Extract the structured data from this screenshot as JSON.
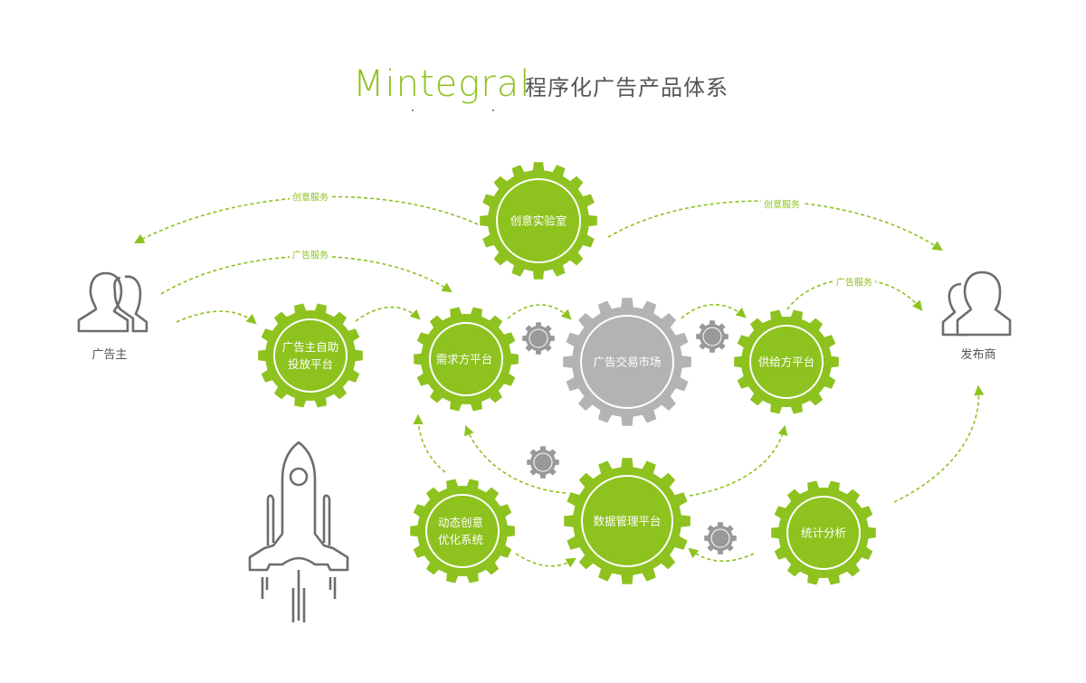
{
  "header": {
    "brand": "Mintegral",
    "title": "程序化广告产品体系"
  },
  "colors": {
    "accent": "#8dc21f",
    "gear_gray": "#b3b3b3",
    "small_gear_gray": "#999999",
    "icon_gray": "#6d6d6d",
    "text_gray": "#555555"
  },
  "actors": {
    "advertiser": {
      "label": "广告主",
      "icon": "users-icon"
    },
    "publisher": {
      "label": "发布商",
      "icon": "users-icon"
    }
  },
  "gears": {
    "creative_lab": {
      "lines": [
        "创意实验室"
      ]
    },
    "self_serve": {
      "lines": [
        "广告主自助",
        "投放平台"
      ]
    },
    "dsp": {
      "lines": [
        "需求方平台"
      ]
    },
    "ad_exchange": {
      "lines": [
        "广告交易市场"
      ]
    },
    "ssp": {
      "lines": [
        "供给方平台"
      ]
    },
    "dco": {
      "lines": [
        "动态创意",
        "优化系统"
      ]
    },
    "dmp": {
      "lines": [
        "数据管理平台"
      ]
    },
    "analytics": {
      "lines": [
        "统计分析"
      ]
    }
  },
  "flows": {
    "creative_service_left": "创意服务",
    "ad_service_left": "广告服务",
    "creative_service_right": "创意服务",
    "ad_service_right": "广告服务"
  },
  "decor": {
    "rocket": "rocket-icon",
    "small_gear": "gear-icon"
  }
}
